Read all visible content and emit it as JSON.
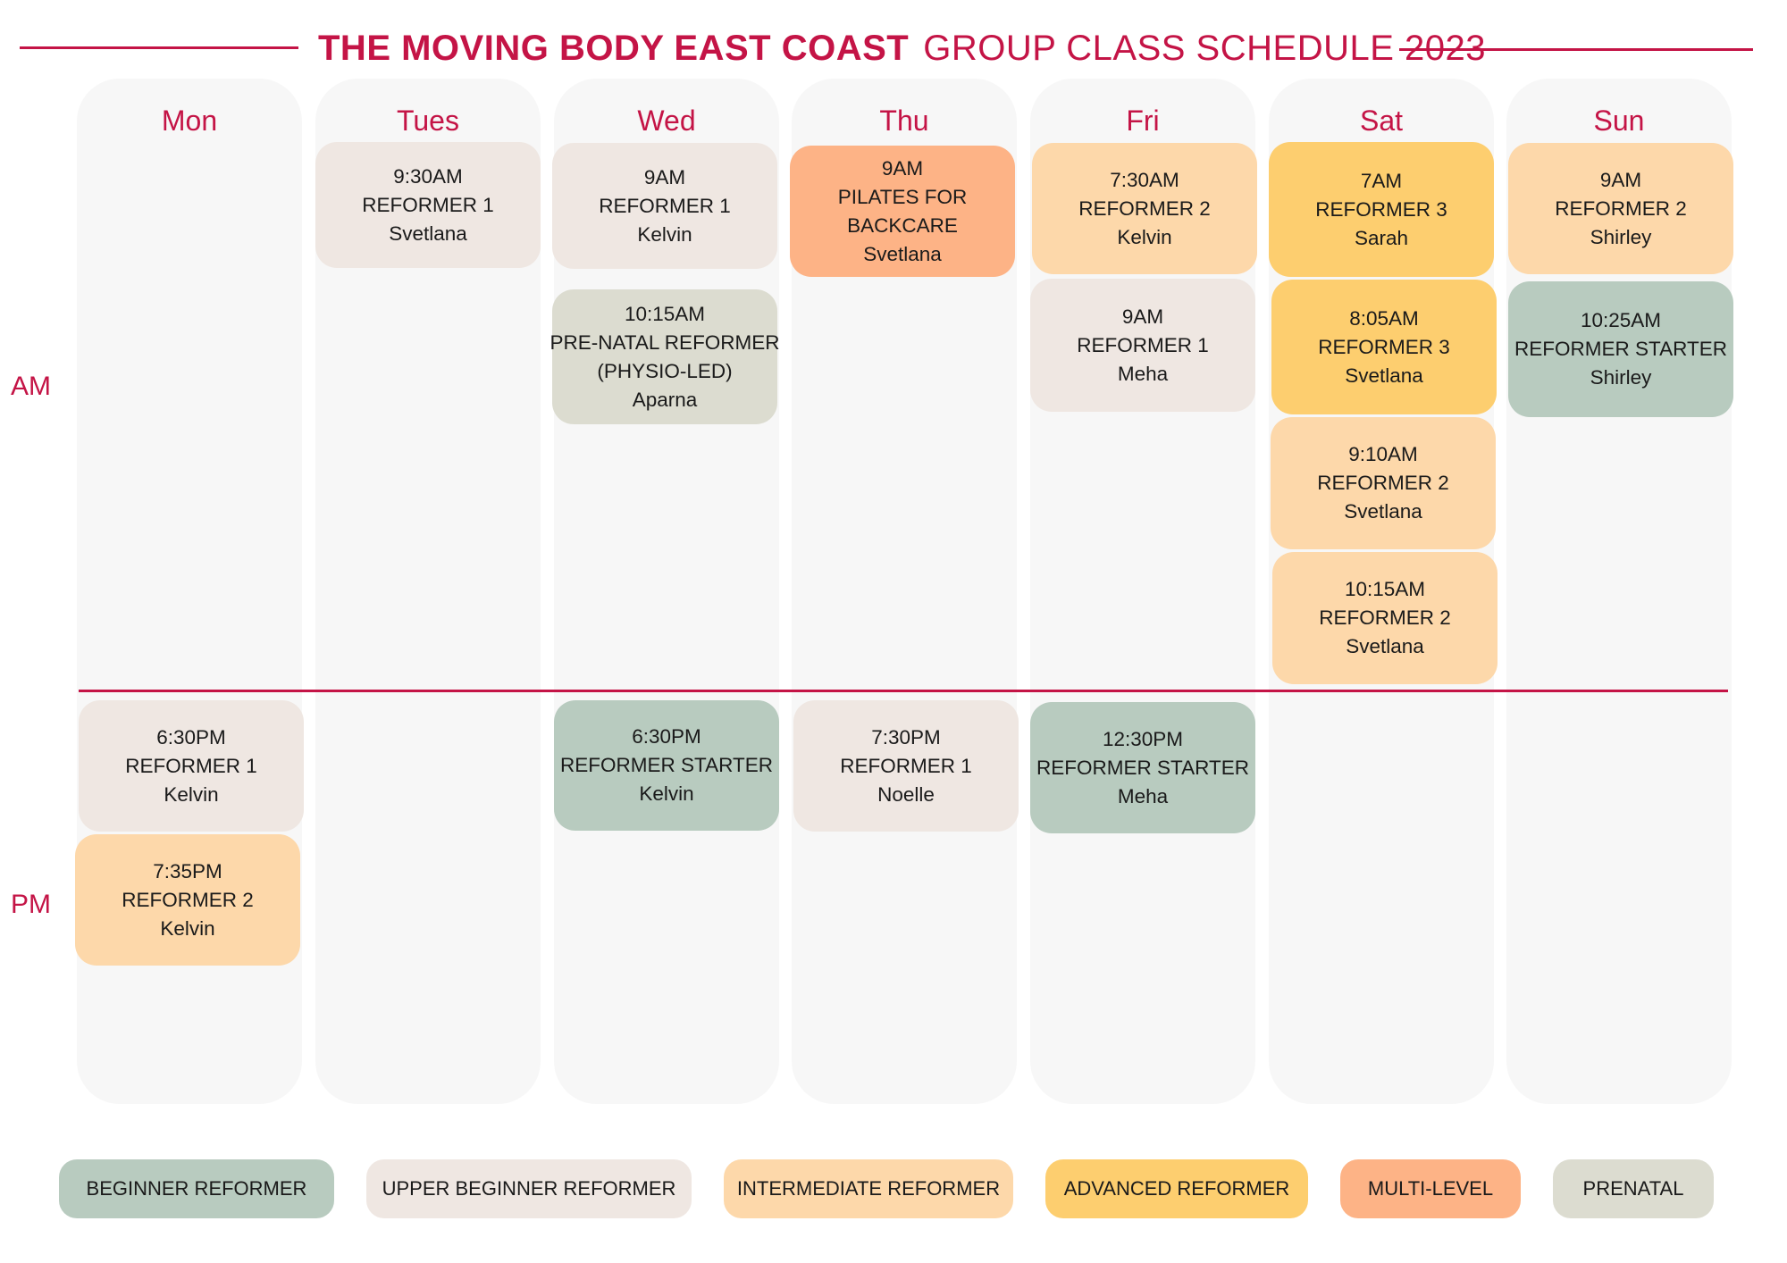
{
  "header": {
    "brand": "THE MOVING BODY EAST COAST",
    "subtitle": "GROUP CLASS SCHEDULE 2023"
  },
  "periods": {
    "am": "AM",
    "pm": "PM"
  },
  "days": [
    "Mon",
    "Tues",
    "Wed",
    "Thu",
    "Fri",
    "Sat",
    "Sun"
  ],
  "classes": {
    "mon_pm_1": {
      "time": "6:30PM",
      "name": "REFORMER 1",
      "instructor": "Kelvin",
      "level": "Upper Beginner"
    },
    "mon_pm_2": {
      "time": "7:35PM",
      "name": "REFORMER 2",
      "instructor": "Kelvin",
      "level": "Intermediate"
    },
    "tue_am_1": {
      "time": "9:30AM",
      "name": "REFORMER 1",
      "instructor": "Svetlana",
      "level": "Upper Beginner"
    },
    "wed_am_1": {
      "time": "9AM",
      "name": "REFORMER 1",
      "instructor": "Kelvin",
      "level": "Upper Beginner"
    },
    "wed_am_2": {
      "time": "10:15AM",
      "name": "PRE-NATAL REFORMER",
      "name2": "(PHYSIO-LED)",
      "instructor": "Aparna",
      "level": "Prenatal"
    },
    "wed_pm_1": {
      "time": "6:30PM",
      "name": "REFORMER STARTER",
      "instructor": "Kelvin",
      "level": "Beginner"
    },
    "thu_am_1": {
      "time": "9AM",
      "name": "PILATES FOR",
      "name2": "BACKCARE",
      "instructor": "Svetlana",
      "level": "Multi-Level"
    },
    "thu_pm_1": {
      "time": "7:30PM",
      "name": "REFORMER 1",
      "instructor": "Noelle",
      "level": "Upper Beginner"
    },
    "fri_am_1": {
      "time": "7:30AM",
      "name": "REFORMER 2",
      "instructor": "Kelvin",
      "level": "Intermediate"
    },
    "fri_am_2": {
      "time": "9AM",
      "name": "REFORMER 1",
      "instructor": "Meha",
      "level": "Upper Beginner"
    },
    "fri_pm_1": {
      "time": "12:30PM",
      "name": "REFORMER STARTER",
      "instructor": "Meha",
      "level": "Beginner"
    },
    "sat_am_1": {
      "time": "7AM",
      "name": "REFORMER 3",
      "instructor": "Sarah",
      "level": "Advanced"
    },
    "sat_am_2": {
      "time": "8:05AM",
      "name": "REFORMER 3",
      "instructor": "Svetlana",
      "level": "Advanced"
    },
    "sat_am_3": {
      "time": "9:10AM",
      "name": "REFORMER 2",
      "instructor": "Svetlana",
      "level": "Intermediate"
    },
    "sat_am_4": {
      "time": "10:15AM",
      "name": "REFORMER 2",
      "instructor": "Svetlana",
      "level": "Intermediate"
    },
    "sun_am_1": {
      "time": "9AM",
      "name": "REFORMER 2",
      "instructor": "Shirley",
      "level": "Intermediate"
    },
    "sun_am_2": {
      "time": "10:25AM",
      "name": "REFORMER STARTER",
      "instructor": "Shirley",
      "level": "Beginner"
    }
  },
  "legend": [
    {
      "label": "BEGINNER REFORMER",
      "color": "#b8cbbf"
    },
    {
      "label": "UPPER BEGINNER REFORMER",
      "color": "#efe7e2"
    },
    {
      "label": "INTERMEDIATE REFORMER",
      "color": "#fdd8aa"
    },
    {
      "label": "ADVANCED REFORMER",
      "color": "#fdce6f"
    },
    {
      "label": "MULTI-LEVEL",
      "color": "#fdb386"
    },
    {
      "label": "PRENATAL",
      "color": "#dcdcd0"
    }
  ],
  "colors": {
    "accent": "#c41446",
    "column_bg": "#f7f7f7"
  }
}
